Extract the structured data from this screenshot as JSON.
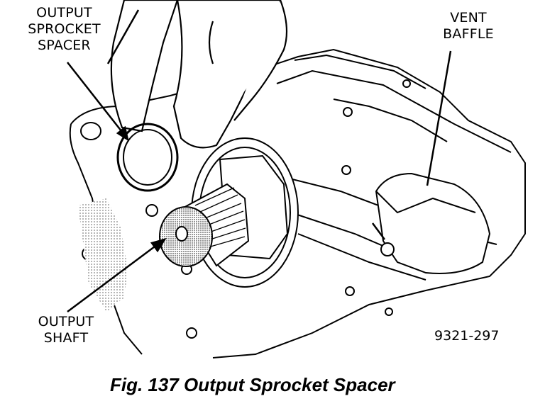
{
  "figure": {
    "caption": "Fig. 137 Output Sprocket Spacer",
    "part_number": "9321-297"
  },
  "callouts": {
    "sprocket_spacer": [
      "OUTPUT",
      "SPROCKET",
      "SPACER"
    ],
    "vent_baffle": [
      "VENT",
      "BAFFLE"
    ],
    "output_shaft": [
      "OUTPUT",
      "SHAFT"
    ]
  },
  "colors": {
    "ink": "#000000",
    "paper": "#ffffff",
    "stipple": "#9a9a9a"
  }
}
